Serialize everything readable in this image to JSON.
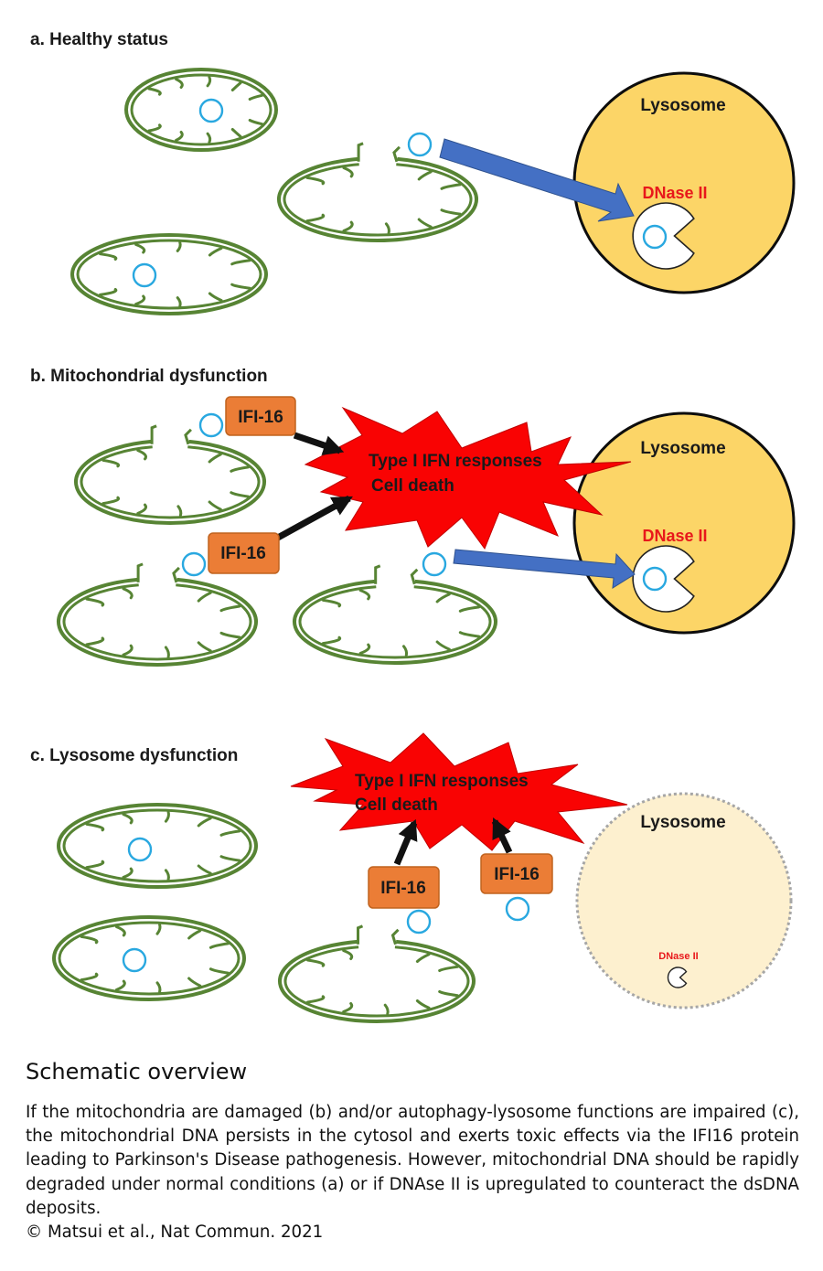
{
  "colors": {
    "mito": "#578434",
    "mtdna": "#29A8E0",
    "lysosome_fill": "#FCD567",
    "lysosome_stroke": "#0d0d0d",
    "lysosome_dysfunction_fill": "#FDF0CF",
    "lysosome_dysfunction_stroke": "#a6a6a6",
    "dnase_label": "#E8181B",
    "ifi_box": "#EB7D36",
    "blue_arrow": "#4470C4",
    "black_arrow": "#111111",
    "burst": "#F90303"
  },
  "icons": [
    "mitochondrion-icon",
    "mtdna-circle-icon",
    "lysosome-icon",
    "dnase-pacman-icon",
    "ifn-burst-icon",
    "arrow-icon"
  ],
  "panels": {
    "a": {
      "title": "a. Healthy status",
      "lysosome_label": "Lysosome",
      "dnase_label": "DNase II"
    },
    "b": {
      "title": "b. Mitochondrial dysfunction",
      "lysosome_label": "Lysosome",
      "dnase_label": "DNase II",
      "ifi_labels": [
        "IFI-16",
        "IFI-16"
      ],
      "burst_line1": "Type I IFN responses",
      "burst_line2": "Cell death"
    },
    "c": {
      "title": "c. Lysosome dysfunction",
      "lysosome_label": "Lysosome",
      "dnase_label": "DNase II",
      "ifi_labels": [
        "IFI-16",
        "IFI-16"
      ],
      "burst_line1": "Type I IFN responses",
      "burst_line2": "Cell death"
    }
  },
  "caption": {
    "title": "Schematic overview",
    "body": "If the mitochondria are damaged (b) and/or autophagy-lysosome functions are impaired (c), the mitochondrial DNA persists in the cytosol and exerts toxic effects via the IFI16 protein leading to Parkinson's Disease pathogenesis. However, mitochondrial DNA should be rapidly degraded under normal conditions (a) or if DNAse II is upregulated to counteract the dsDNA deposits.",
    "credit": "© Matsui et al., Nat Commun. 2021"
  }
}
